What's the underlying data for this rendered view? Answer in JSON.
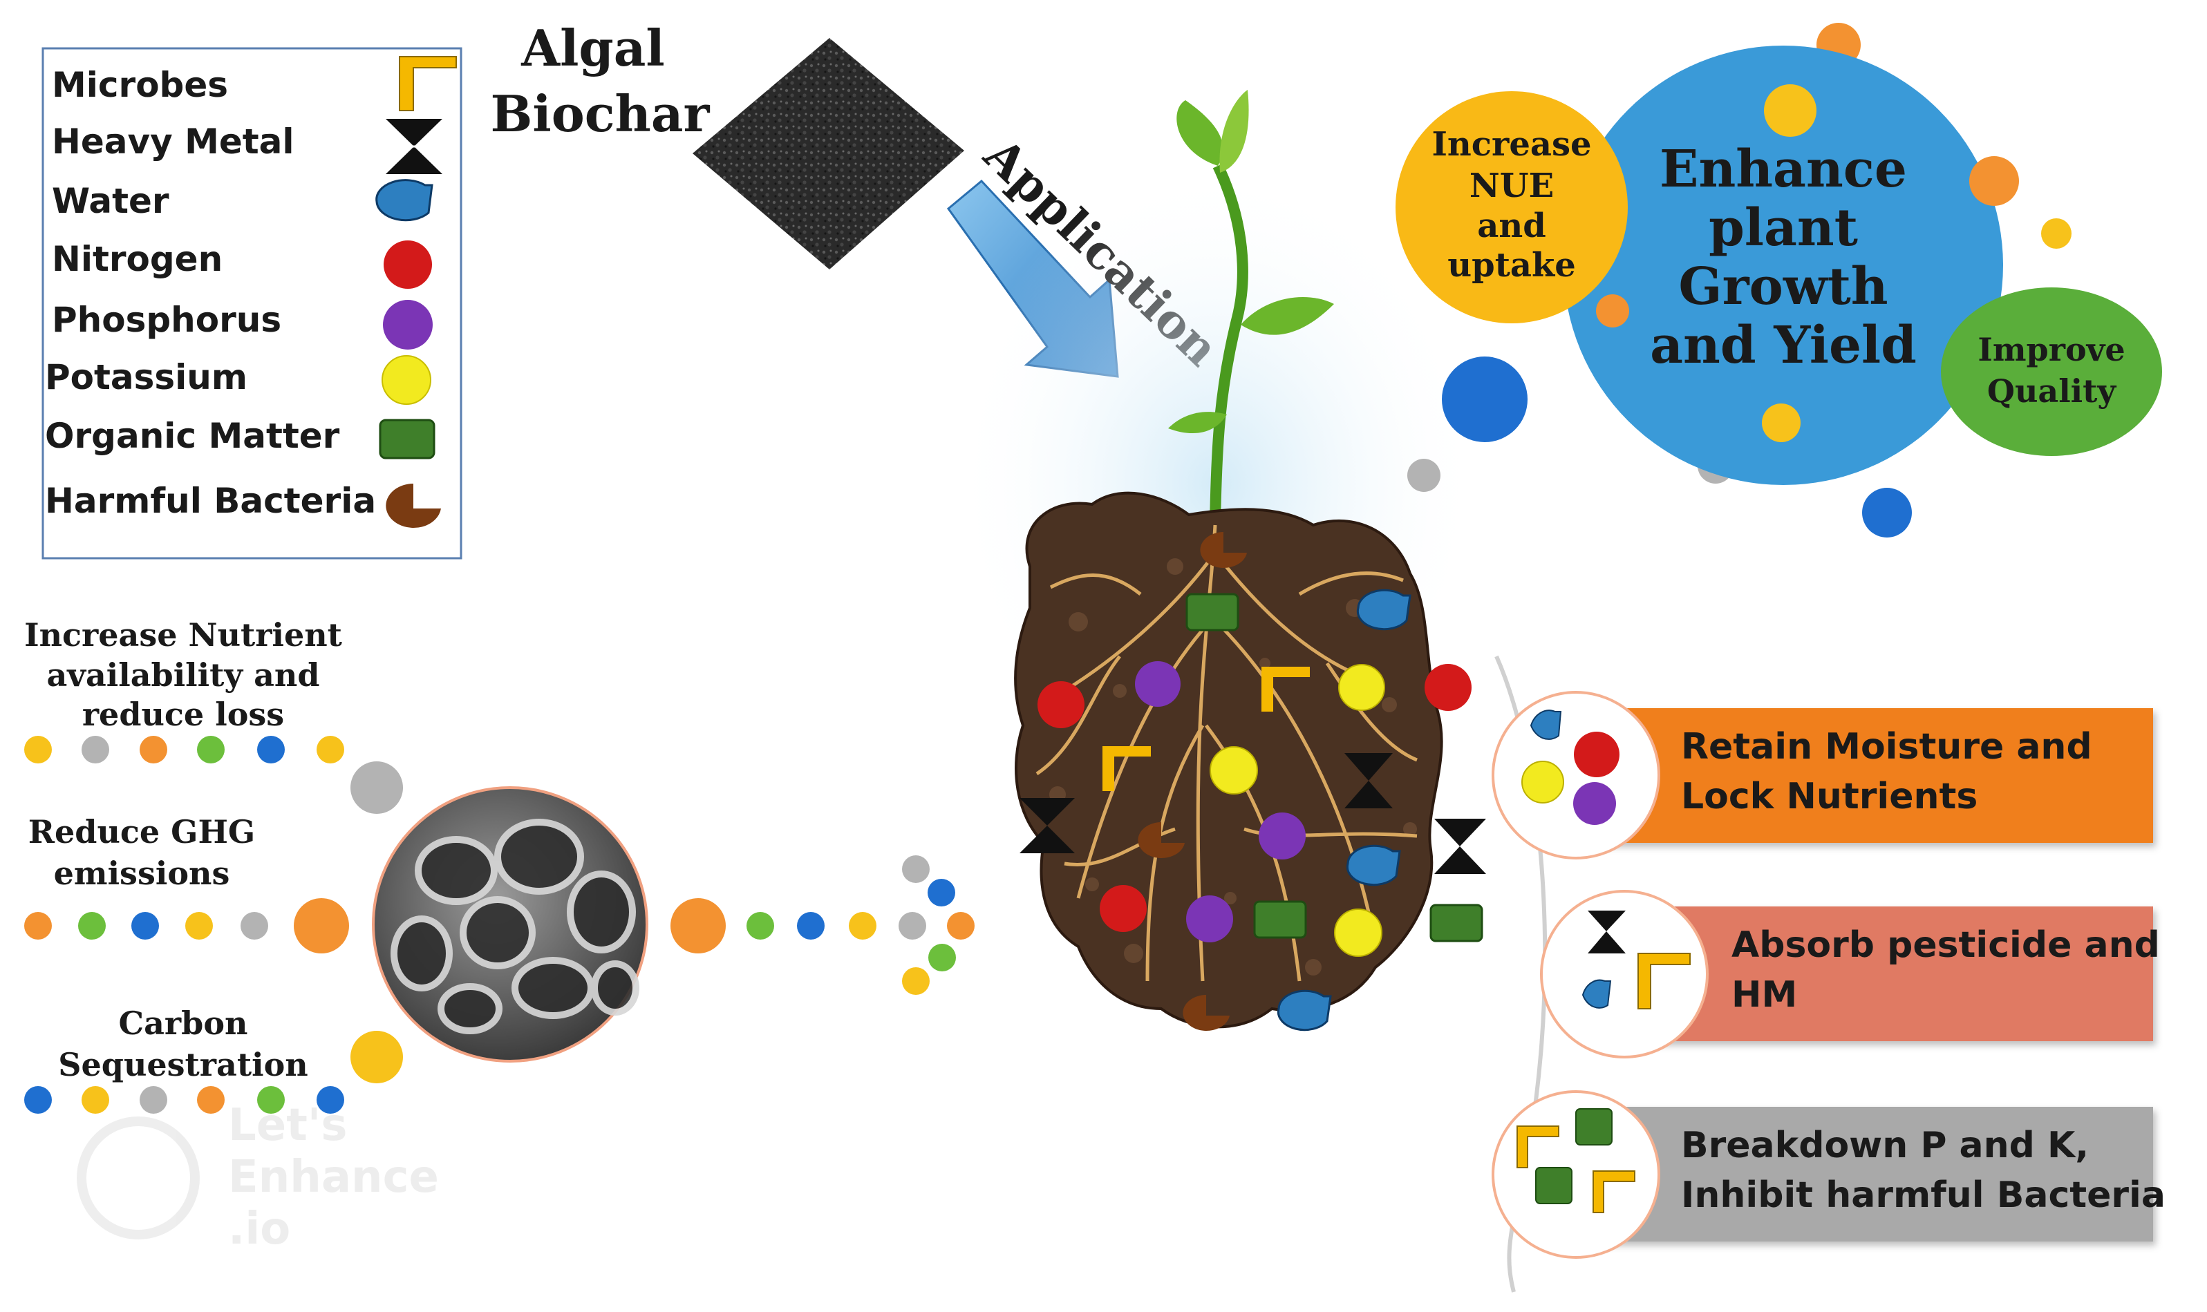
{
  "legend": {
    "items": [
      {
        "label": "Microbes",
        "icon": "microbe-icon",
        "color": "#f5b800"
      },
      {
        "label": "Heavy Metal",
        "icon": "heavy-metal-icon",
        "color": "#111111"
      },
      {
        "label": "Water",
        "icon": "water-drop-icon",
        "color": "#2d7fc0"
      },
      {
        "label": "Nitrogen",
        "icon": "nitrogen-dot-icon",
        "color": "#d31a1a"
      },
      {
        "label": "Phosphorus",
        "icon": "phosphorus-dot-icon",
        "color": "#7b35b5"
      },
      {
        "label": "Potassium",
        "icon": "potassium-dot-icon",
        "color": "#f2ea1f"
      },
      {
        "label": "Organic Matter",
        "icon": "organic-matter-icon",
        "color": "#3f7f2a"
      },
      {
        "label": "Harmful Bacteria",
        "icon": "harmful-bacteria-icon",
        "color": "#7a3b12"
      }
    ]
  },
  "biochar": {
    "line1": "Algal",
    "line2": "Biochar"
  },
  "arrow_label": "Application",
  "bubbles": {
    "nue": {
      "line1": "Increase",
      "line2": "NUE",
      "line3": "and",
      "line4": "uptake",
      "color": "#f9b916"
    },
    "main": {
      "line1": "Enhance",
      "line2": "plant",
      "line3": "Growth",
      "line4": "and Yield",
      "color": "#3a9ad8"
    },
    "quality": {
      "line1": "Improve",
      "line2": "Quality",
      "color": "#5aae3a"
    }
  },
  "left_labels": {
    "nutrient": {
      "line1": "Increase Nutrient",
      "line2": "availability  and",
      "line3": "reduce loss"
    },
    "ghg": {
      "line1": "Reduce GHG",
      "line2": "emissions"
    },
    "carbon": {
      "line1": "Carbon",
      "line2": "Sequestration"
    }
  },
  "benefits": [
    {
      "line1": "Retain Moisture and",
      "line2": "Lock Nutrients",
      "color": "#f07f1e"
    },
    {
      "line1": "Absorb pesticide and",
      "line2": "HM",
      "color": "#e07a63"
    },
    {
      "line1": "Breakdown P and K,",
      "line2": "Inhibit harmful  Bacteria",
      "color": "#a9a9a9"
    }
  ],
  "watermark": {
    "line1": "Let's",
    "line2": "Enhance",
    "line3": ".io"
  },
  "colors": {
    "orange": "#f39231",
    "green": "#6cbf3c",
    "blue": "#1f6fd0",
    "yellow": "#f7c21b",
    "grey": "#b3b3b3",
    "soil": "#4a3222",
    "root": "#d9a860"
  }
}
